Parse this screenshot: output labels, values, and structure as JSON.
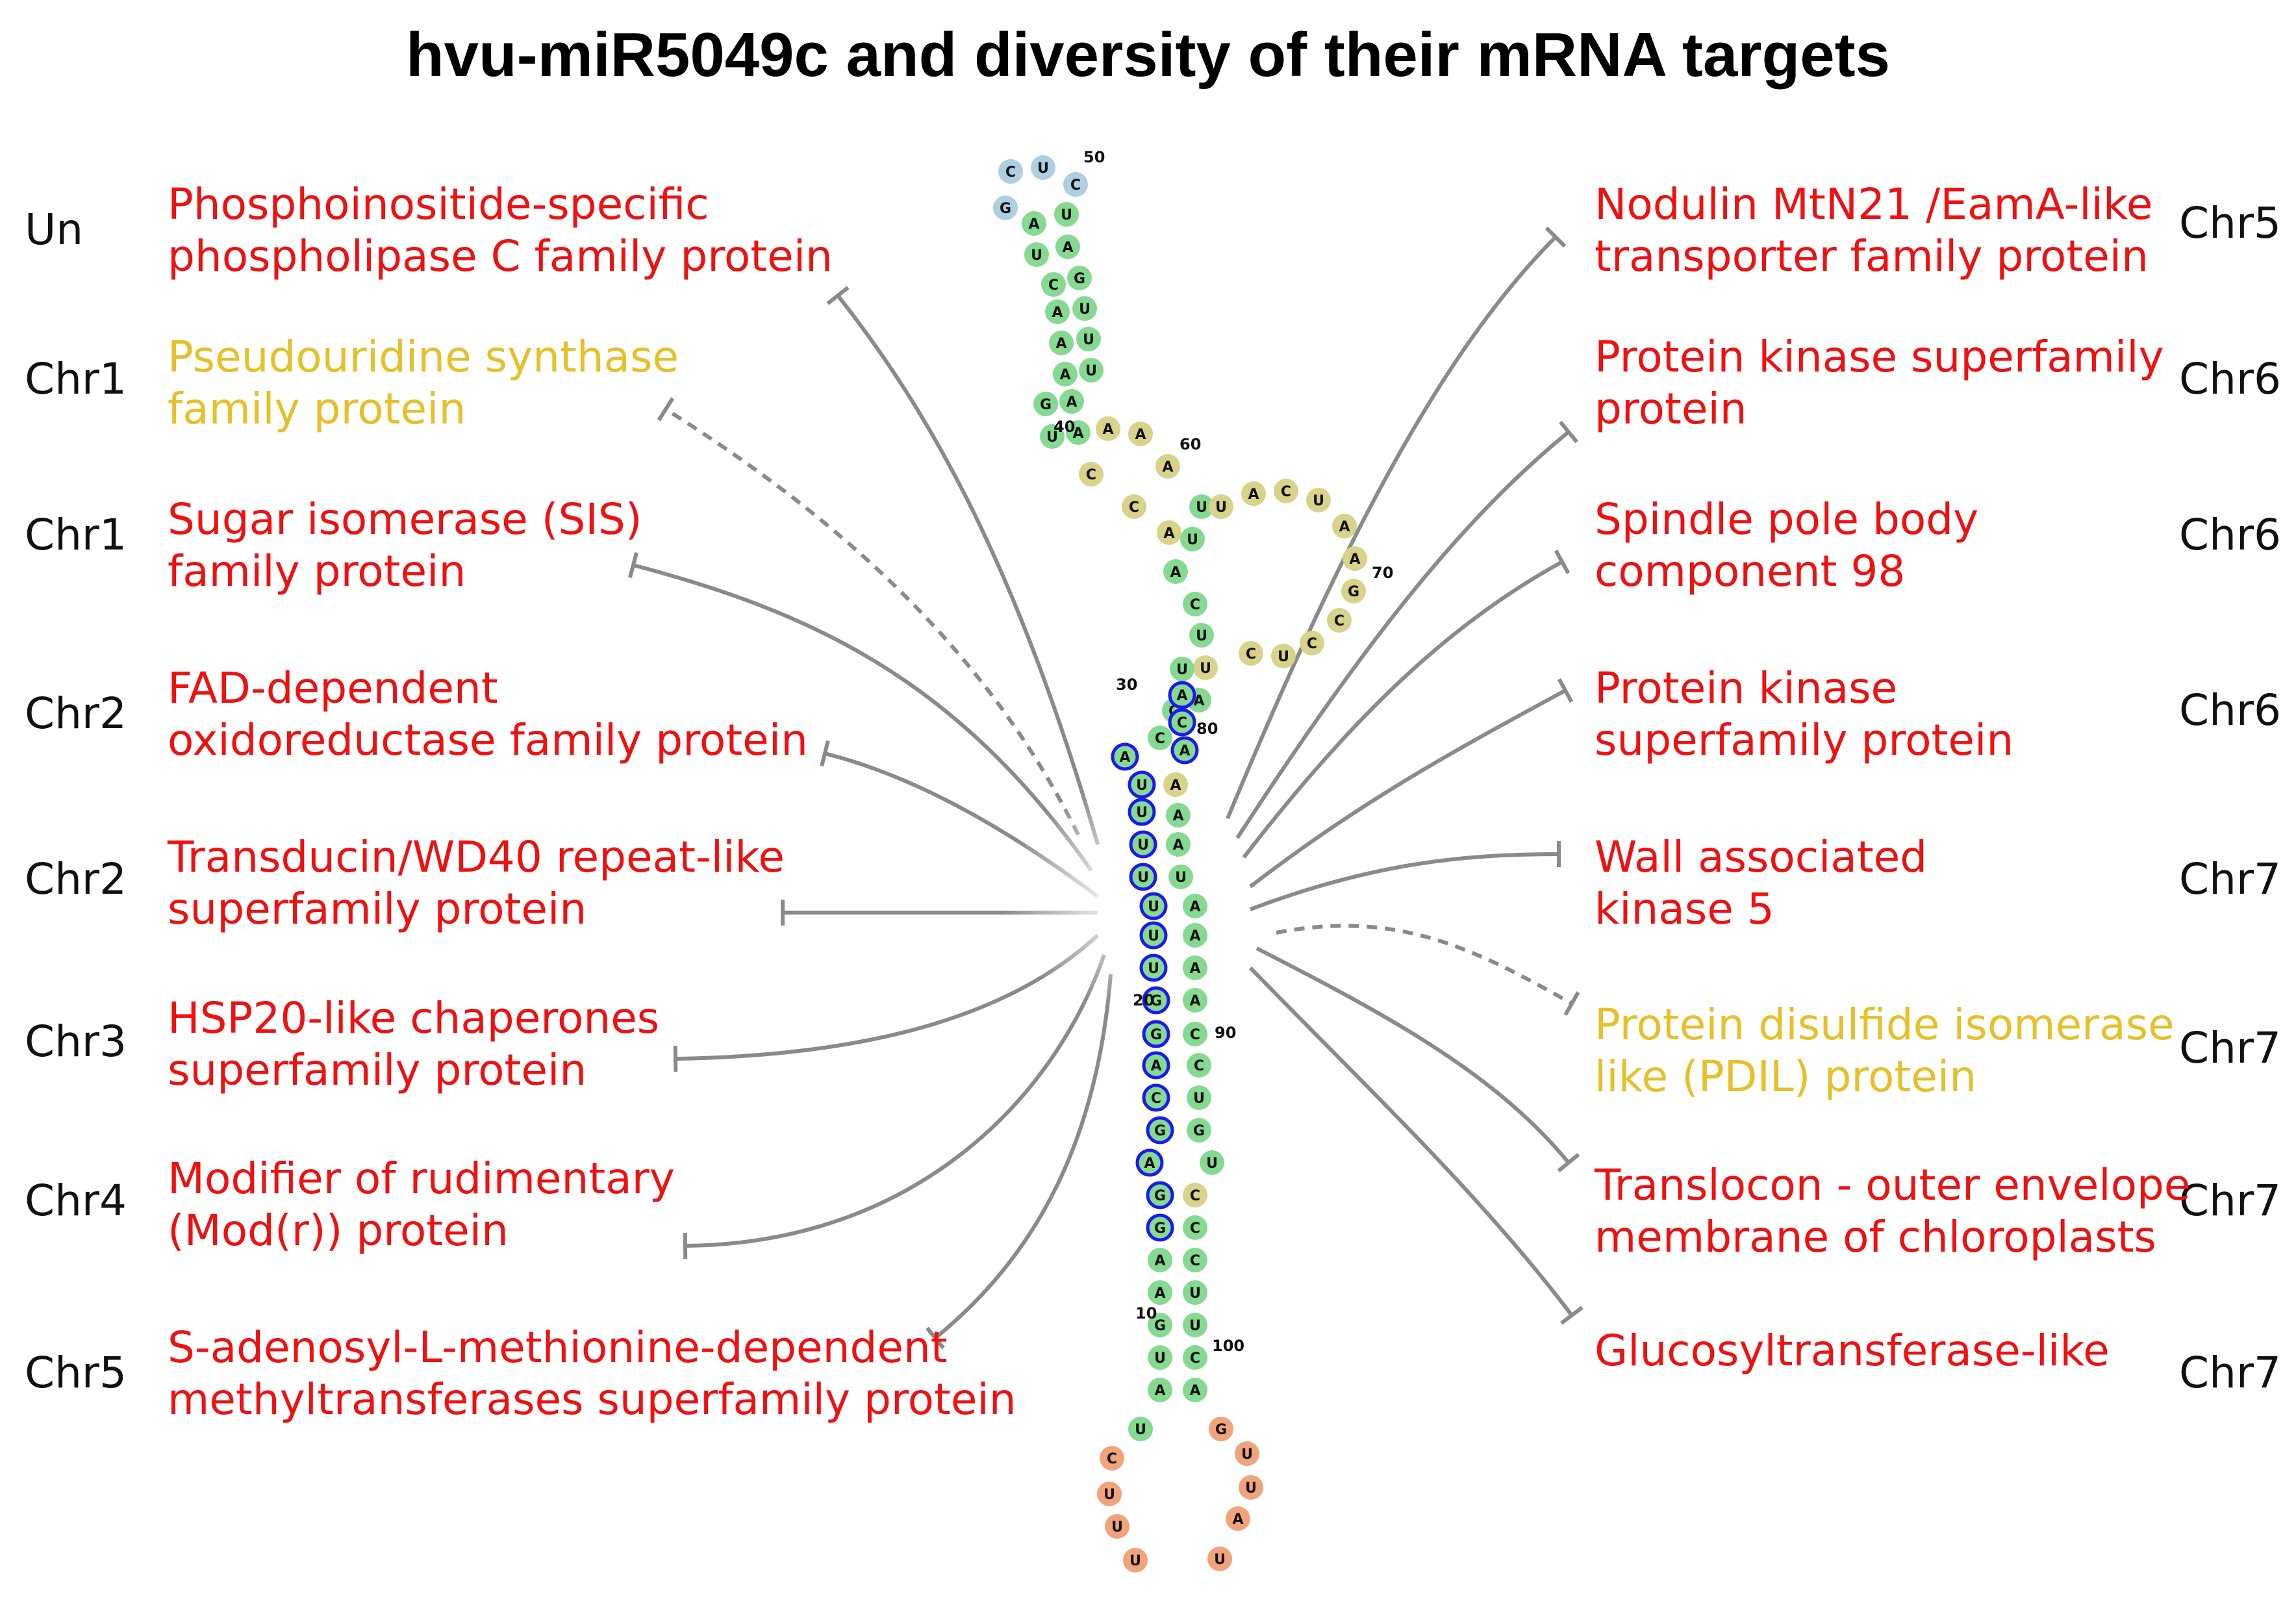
{
  "title": "hvu-miR5049c and diversity of their mRNA targets",
  "colors": {
    "validated": "#ee1111",
    "predicted": "#e6c02a",
    "stem": "#86d990",
    "loop_yellow": "#d8d28a",
    "terminal": "#f1a37c",
    "apical": "#aecfe0",
    "mature_ring": "#1a1aee",
    "connector": "#8a8a8a"
  },
  "left_targets": [
    {
      "chr": "Un",
      "lines": [
        "Phosphoinositide-specific",
        "phospholipase C family protein"
      ],
      "status": "validated"
    },
    {
      "chr": "Chr1",
      "lines": [
        "Pseudouridine synthase",
        "family protein"
      ],
      "status": "predicted"
    },
    {
      "chr": "Chr1",
      "lines": [
        "Sugar isomerase (SIS)",
        "family protein"
      ],
      "status": "validated"
    },
    {
      "chr": "Chr2",
      "lines": [
        "FAD-dependent",
        "oxidoreductase family protein"
      ],
      "status": "validated"
    },
    {
      "chr": "Chr2",
      "lines": [
        "Transducin/WD40 repeat-like",
        "superfamily protein"
      ],
      "status": "validated"
    },
    {
      "chr": "Chr3",
      "lines": [
        "HSP20-like chaperones",
        "superfamily protein"
      ],
      "status": "validated"
    },
    {
      "chr": "Chr4",
      "lines": [
        "Modifier of rudimentary",
        "(Mod(r)) protein"
      ],
      "status": "validated"
    },
    {
      "chr": "Chr5",
      "lines": [
        "S-adenosyl-L-methionine-dependent",
        "methyltransferases superfamily protein"
      ],
      "status": "validated"
    }
  ],
  "right_targets": [
    {
      "chr": "Chr5",
      "lines": [
        "Nodulin MtN21 /EamA-like",
        "transporter family protein"
      ],
      "status": "validated"
    },
    {
      "chr": "Chr6",
      "lines": [
        "Protein kinase superfamily",
        "protein"
      ],
      "status": "validated"
    },
    {
      "chr": "Chr6",
      "lines": [
        "Spindle pole body",
        "component 98"
      ],
      "status": "validated"
    },
    {
      "chr": "Chr6",
      "lines": [
        "Protein kinase",
        "superfamily protein"
      ],
      "status": "validated"
    },
    {
      "chr": "Chr7",
      "lines": [
        "Wall associated",
        "kinase 5"
      ],
      "status": "validated"
    },
    {
      "chr": "Chr7",
      "lines": [
        "Protein disulfide isomerase",
        "like (PDIL) protein"
      ],
      "status": "predicted"
    },
    {
      "chr": "Chr7",
      "lines": [
        "Translocon - outer envelope",
        "membrane of chloroplasts"
      ],
      "status": "validated"
    },
    {
      "chr": "Chr7",
      "lines": [
        "Glucosyltransferase-like"
      ],
      "status": "validated"
    }
  ],
  "hairpin": {
    "position_labels": [
      "50",
      "40",
      "60",
      "70",
      "30",
      "80",
      "20",
      "90",
      "10",
      "100"
    ],
    "nucleotides": [
      {
        "b": "C",
        "t": "apical"
      },
      {
        "b": "U",
        "t": "apical"
      },
      {
        "b": "C",
        "t": "apical"
      },
      {
        "b": "G",
        "t": "apical"
      },
      {
        "b": "A",
        "t": "stem"
      },
      {
        "b": "U",
        "t": "stem"
      },
      {
        "b": "U",
        "t": "stem"
      },
      {
        "b": "A",
        "t": "stem"
      },
      {
        "b": "C",
        "t": "stem"
      },
      {
        "b": "G",
        "t": "stem"
      },
      {
        "b": "A",
        "t": "stem"
      },
      {
        "b": "U",
        "t": "stem"
      },
      {
        "b": "A",
        "t": "stem"
      },
      {
        "b": "U",
        "t": "stem"
      },
      {
        "b": "A",
        "t": "stem"
      },
      {
        "b": "U",
        "t": "stem"
      },
      {
        "b": "G",
        "t": "stem"
      },
      {
        "b": "A",
        "t": "stem"
      },
      {
        "b": "U",
        "t": "stem"
      },
      {
        "b": "A",
        "t": "stem"
      },
      {
        "b": "A",
        "t": "loop"
      },
      {
        "b": "A",
        "t": "loop"
      },
      {
        "b": "A",
        "t": "loop"
      },
      {
        "b": "C",
        "t": "loop"
      },
      {
        "b": "C",
        "t": "loop"
      },
      {
        "b": "A",
        "t": "loop"
      },
      {
        "b": "U",
        "t": "stem"
      },
      {
        "b": "U",
        "t": "stem"
      },
      {
        "b": "A",
        "t": "stem"
      },
      {
        "b": "C",
        "t": "stem"
      },
      {
        "b": "U",
        "t": "stem"
      },
      {
        "b": "U",
        "t": "loop"
      },
      {
        "b": "A",
        "t": "loop"
      },
      {
        "b": "C",
        "t": "loop"
      },
      {
        "b": "U",
        "t": "loop"
      },
      {
        "b": "A",
        "t": "loop"
      },
      {
        "b": "A",
        "t": "loop"
      },
      {
        "b": "G",
        "t": "loop"
      },
      {
        "b": "C",
        "t": "loop"
      },
      {
        "b": "C",
        "t": "loop"
      },
      {
        "b": "U",
        "t": "loop"
      },
      {
        "b": "C",
        "t": "loop"
      },
      {
        "b": "U",
        "t": "loop"
      },
      {
        "b": "A",
        "t": "stem"
      },
      {
        "b": "G",
        "t": "stem"
      },
      {
        "b": "C",
        "t": "stem"
      },
      {
        "b": "U",
        "t": "stem"
      },
      {
        "b": "A",
        "t": "mature"
      },
      {
        "b": "C",
        "t": "mature"
      },
      {
        "b": "A",
        "t": "mature"
      },
      {
        "b": "A",
        "t": "mature"
      },
      {
        "b": "A",
        "t": "loop"
      },
      {
        "b": "U",
        "t": "mature"
      },
      {
        "b": "A",
        "t": "stem"
      },
      {
        "b": "U",
        "t": "mature"
      },
      {
        "b": "A",
        "t": "stem"
      },
      {
        "b": "U",
        "t": "mature"
      },
      {
        "b": "U",
        "t": "stem"
      },
      {
        "b": "U",
        "t": "mature"
      },
      {
        "b": "A",
        "t": "stem"
      },
      {
        "b": "U",
        "t": "mature"
      },
      {
        "b": "A",
        "t": "stem"
      },
      {
        "b": "U",
        "t": "mature"
      },
      {
        "b": "A",
        "t": "stem"
      },
      {
        "b": "U",
        "t": "mature"
      },
      {
        "b": "A",
        "t": "stem"
      },
      {
        "b": "G",
        "t": "mature"
      },
      {
        "b": "C",
        "t": "stem"
      },
      {
        "b": "G",
        "t": "mature"
      },
      {
        "b": "C",
        "t": "stem"
      },
      {
        "b": "A",
        "t": "mature"
      },
      {
        "b": "U",
        "t": "stem"
      },
      {
        "b": "C",
        "t": "mature"
      },
      {
        "b": "G",
        "t": "stem"
      },
      {
        "b": "G",
        "t": "mature"
      },
      {
        "b": "U",
        "t": "stem"
      },
      {
        "b": "A",
        "t": "mature"
      },
      {
        "b": "C",
        "t": "loop"
      },
      {
        "b": "G",
        "t": "mature"
      },
      {
        "b": "C",
        "t": "stem"
      },
      {
        "b": "G",
        "t": "mature"
      },
      {
        "b": "C",
        "t": "stem"
      },
      {
        "b": "A",
        "t": "stem"
      },
      {
        "b": "U",
        "t": "stem"
      },
      {
        "b": "A",
        "t": "stem"
      },
      {
        "b": "U",
        "t": "stem"
      },
      {
        "b": "G",
        "t": "stem"
      },
      {
        "b": "C",
        "t": "stem"
      },
      {
        "b": "U",
        "t": "stem"
      },
      {
        "b": "A",
        "t": "stem"
      },
      {
        "b": "A",
        "t": "stem"
      },
      {
        "b": "U",
        "t": "stem"
      },
      {
        "b": "C",
        "t": "terminal"
      },
      {
        "b": "U",
        "t": "terminal"
      },
      {
        "b": "U",
        "t": "terminal"
      },
      {
        "b": "U",
        "t": "terminal"
      },
      {
        "b": "G",
        "t": "terminal"
      },
      {
        "b": "U",
        "t": "terminal"
      },
      {
        "b": "U",
        "t": "terminal"
      },
      {
        "b": "A",
        "t": "terminal"
      },
      {
        "b": "U",
        "t": "terminal"
      },
      {
        "b": "U",
        "t": "terminal"
      }
    ]
  }
}
